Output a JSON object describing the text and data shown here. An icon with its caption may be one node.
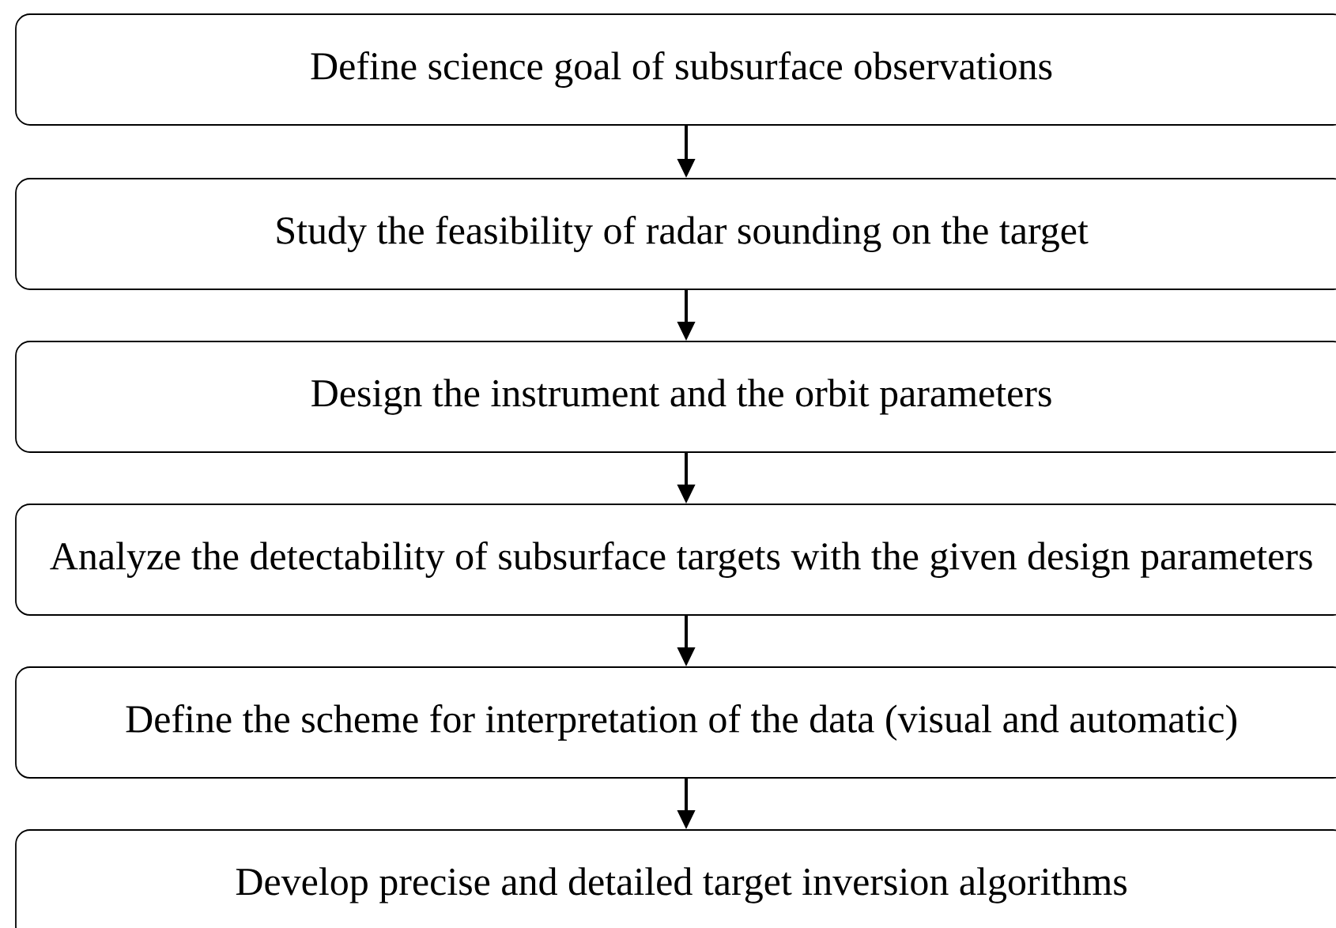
{
  "diagram": {
    "nodes": [
      {
        "text": [
          "Define science goal of subsurface observations"
        ]
      },
      {
        "text": [
          "Study the feasibility of radar sounding on the target"
        ]
      },
      {
        "text": [
          "Design the instrument and the orbit parameters"
        ]
      },
      {
        "text": [
          "Analyze the detectability of subsurface targets with the given design parameters"
        ]
      },
      {
        "text": [
          "Define the scheme for interpretation of the data (visual and automatic)"
        ]
      },
      {
        "text": [
          "Develop precise and detailed target inversion algorithms"
        ]
      }
    ],
    "edges": [
      {
        "from": 0,
        "to": 1,
        "arrow": "to"
      },
      {
        "from": 1,
        "to": 2,
        "arrow": "to"
      },
      {
        "from": 2,
        "to": 3,
        "arrow": "to"
      },
      {
        "from": 3,
        "to": 4,
        "arrow": "to"
      },
      {
        "from": 4,
        "to": 5,
        "arrow": "to"
      }
    ]
  }
}
